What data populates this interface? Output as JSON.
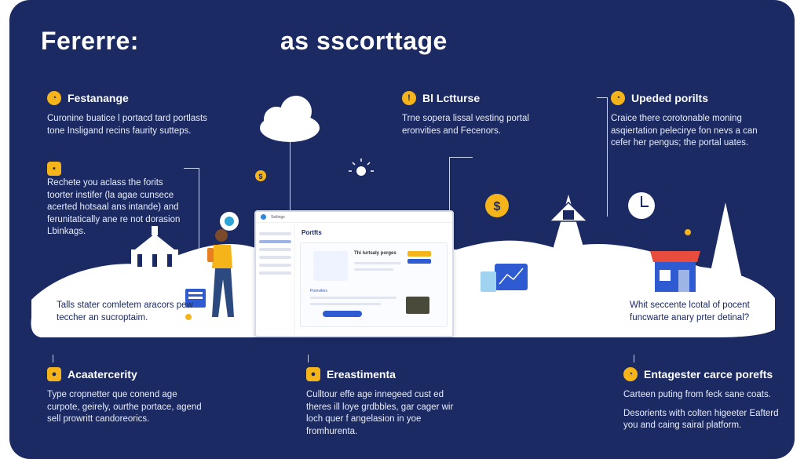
{
  "title": {
    "left": "Fererre:",
    "right": "as sscorttage"
  },
  "blocks": {
    "top_left": {
      "heading": "Festanange",
      "body": "Curonine buatice l portacd tard portlasts tone Insligand recins faurity sutteps."
    },
    "mid_left": {
      "body": "Rechete you aclass the forits toorter instifer (la agae cunsece acerted hotsaal ans intande) and ferunitatically ane re not dorasion Lbinkags."
    },
    "top_center": {
      "heading": "Bl Lctturse",
      "body": "Trne sopera lissal vesting portal eronvities and Fecenors."
    },
    "top_right": {
      "heading": "Upeded porilts",
      "body": "Craice there corotonable moning asqiertation pelecirye fon nevs a can cefer her pengus; the portal uates."
    },
    "bottom_left": {
      "heading": "Acaatercerity",
      "body": "Type cropnetter que conend age curpote, geirely, ourthe portace, agend sell prowritt candoreorics."
    },
    "bottom_center": {
      "heading": "Ereastimenta",
      "body": "Culltour effe age innegeed cust ed theres ill loye grdbbles, gar cager wir loch quer f angelasion in yoe fromhurenta."
    },
    "bottom_right": {
      "heading": "Entagester carce porefts",
      "body1": "Carteen puting from feck sane coats.",
      "body2": "Desorients with colten higeeter Eafterd you and caing sairal platform."
    }
  },
  "hill_notes": {
    "left": "Talls stater comletem aracors pew teccher an sucroptaim.",
    "right": "Whit seccente lcotal of pocent funcwarte anary prter detinal?"
  },
  "laptop": {
    "brand": "Seltings",
    "page_title": "Portfts",
    "panel_title": "Thi lurtsaly porges",
    "section": "Porevikes"
  },
  "icons": {
    "cloud": "cloud-icon",
    "dollar": "dollar-coin-icon",
    "clock": "clock-icon",
    "home": "home-icon",
    "shop": "storefront-icon",
    "person": "person-icon",
    "building": "building-icon",
    "sun": "sun-icon"
  },
  "colors": {
    "background": "#1b2a63",
    "accent": "#f4b41a",
    "hill": "#ffffff",
    "primary": "#2e5bd1"
  }
}
